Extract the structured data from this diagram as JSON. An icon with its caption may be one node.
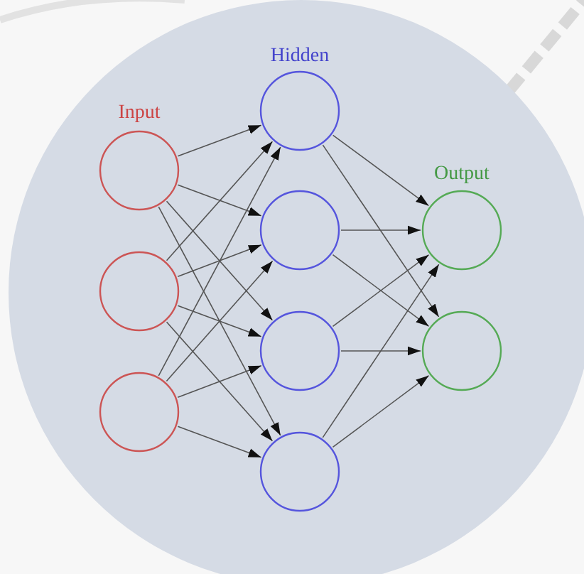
{
  "diagram": {
    "nodes": [
      {
        "text": [],
        "shape": "circle"
      },
      {
        "text": [],
        "shape": "circle"
      },
      {
        "text": [],
        "shape": "circle"
      },
      {
        "text": [],
        "shape": "circle"
      },
      {
        "text": [],
        "shape": "circle"
      },
      {
        "text": [],
        "shape": "circle"
      },
      {
        "text": [],
        "shape": "circle"
      },
      {
        "text": [],
        "shape": "circle"
      },
      {
        "text": [],
        "shape": "circle"
      }
    ],
    "edges": [
      {
        "from": 0,
        "to": 3,
        "arrow": "to"
      },
      {
        "from": 0,
        "to": 4,
        "arrow": "to"
      },
      {
        "from": 0,
        "to": 5,
        "arrow": "to"
      },
      {
        "from": 0,
        "to": 6,
        "arrow": "to"
      },
      {
        "from": 1,
        "to": 3,
        "arrow": "to"
      },
      {
        "from": 1,
        "to": 4,
        "arrow": "to"
      },
      {
        "from": 1,
        "to": 5,
        "arrow": "to"
      },
      {
        "from": 1,
        "to": 6,
        "arrow": "to"
      },
      {
        "from": 2,
        "to": 3,
        "arrow": "to"
      },
      {
        "from": 2,
        "to": 4,
        "arrow": "to"
      },
      {
        "from": 2,
        "to": 5,
        "arrow": "to"
      },
      {
        "from": 2,
        "to": 6,
        "arrow": "to"
      },
      {
        "from": 3,
        "to": 7,
        "arrow": "to"
      },
      {
        "from": 3,
        "to": 8,
        "arrow": "to"
      },
      {
        "from": 4,
        "to": 7,
        "arrow": "to"
      },
      {
        "from": 4,
        "to": 8,
        "arrow": "to"
      },
      {
        "from": 5,
        "to": 7,
        "arrow": "to"
      },
      {
        "from": 5,
        "to": 8,
        "arrow": "to"
      },
      {
        "from": 6,
        "to": 7,
        "arrow": "to"
      },
      {
        "from": 6,
        "to": 8,
        "arrow": "to"
      }
    ],
    "labels": [
      "Hidden",
      "Input",
      "Output"
    ]
  }
}
